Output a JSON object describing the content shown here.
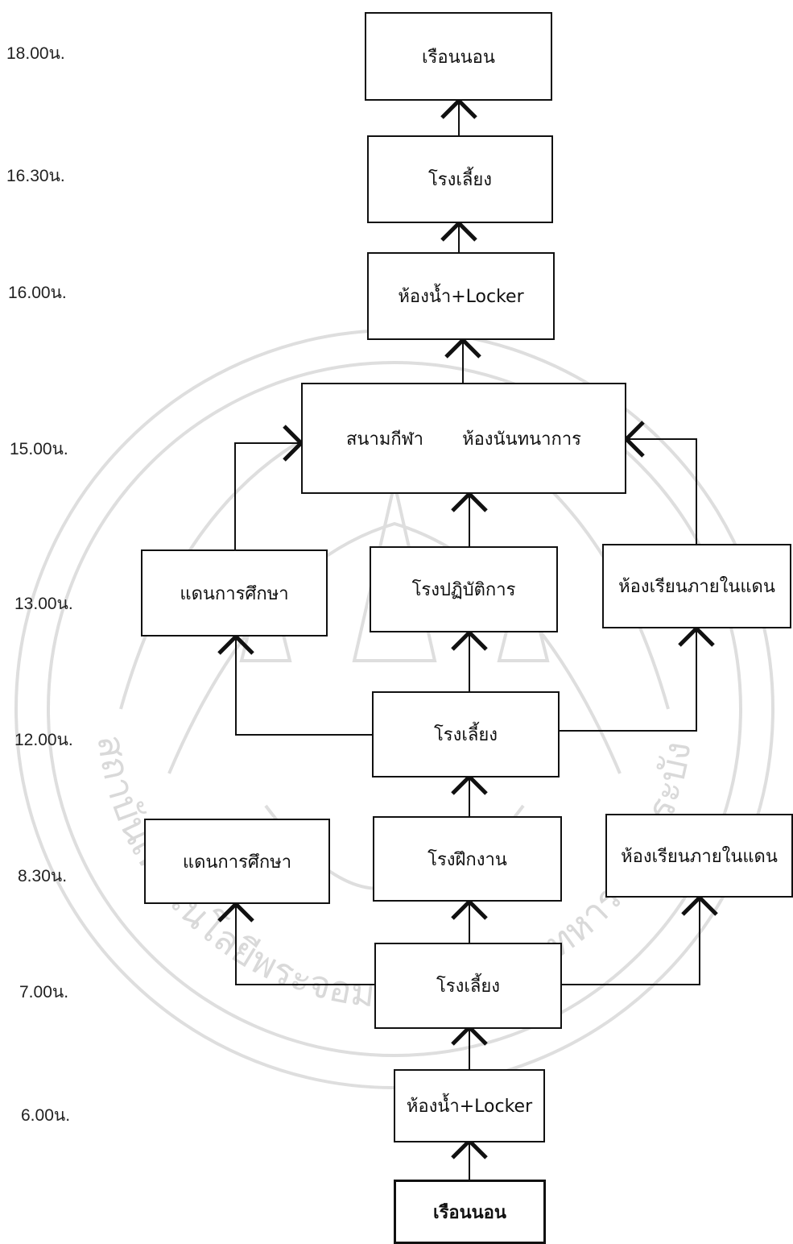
{
  "times": {
    "t1800": "18.00น.",
    "t1630": "16.30น.",
    "t1600": "16.00น.",
    "t1500": "15.00น.",
    "t1300": "13.00น.",
    "t1200": "12.00น.",
    "t0830": "8.30น.",
    "t0700": "7.00น.",
    "t0600": "6.00น."
  },
  "nodes": {
    "dorm_top": "เรือนนอน",
    "cafeteria_1630": "โรงเลี้ยง",
    "restroom_1600": "ห้องน้ำ+Locker",
    "sports_field": "สนามกีฬา",
    "recreation_room": "ห้องนันทนาการ",
    "education_zone_1300": "แดนการศึกษา",
    "workshop_1300": "โรงปฏิบัติการ",
    "classroom_1300": "ห้องเรียนภายในแดน",
    "cafeteria_1200": "โรงเลี้ยง",
    "education_zone_0830": "แดนการศึกษา",
    "training_shop_0830": "โรงฝึกงาน",
    "classroom_0830": "ห้องเรียนภายในแดน",
    "cafeteria_0700": "โรงเลี้ยง",
    "restroom_0600": "ห้องน้ำ+Locker",
    "dorm_bottom": "เรือนนอน"
  },
  "watermark": {
    "arc_text": "สถาบันเทคโนโลยีพระจอมเกล้าเจ้าคุณทหารลาดกระบัง",
    "color": "#d9d9d9"
  },
  "colors": {
    "line": "#111111",
    "box_border": "#111111"
  }
}
